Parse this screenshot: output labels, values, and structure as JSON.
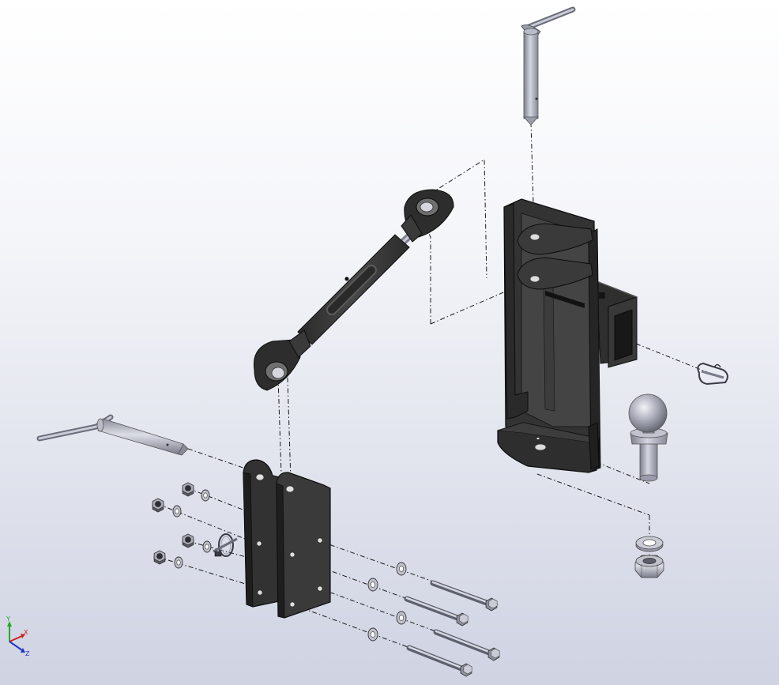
{
  "viewport": {
    "background_top": "#ffffff",
    "background_bottom": "#cfd3e2"
  },
  "colors": {
    "part_dark": "#3a3a3a",
    "part_darker": "#262626",
    "part_edge": "#0d0d0d",
    "steel_light": "#c9cbd6",
    "steel_mid": "#9a9cab",
    "steel_dark": "#6a6c7a",
    "centerline": "#1a1a1a",
    "axis_x": "#cc2222",
    "axis_y": "#22aa22",
    "axis_z": "#2233cc"
  },
  "triad": {
    "x_label": "X",
    "y_label": "Y",
    "z_label": "Z"
  },
  "parts": [
    {
      "id": "top-link-turnbuckle",
      "icon": "turnbuckle-icon"
    },
    {
      "id": "hitch-bracket",
      "icon": "bracket-icon"
    },
    {
      "id": "receiver-tube",
      "icon": "square-tube-icon"
    },
    {
      "id": "tow-ball",
      "icon": "ball-icon"
    },
    {
      "id": "lynch-pin-top",
      "icon": "pin-icon"
    },
    {
      "id": "lynch-pin-lower",
      "icon": "pin-icon"
    },
    {
      "id": "side-plates",
      "icon": "plate-icon"
    },
    {
      "id": "hex-bolts",
      "icon": "bolt-icon"
    },
    {
      "id": "hex-nuts",
      "icon": "nut-icon"
    },
    {
      "id": "washers",
      "icon": "washer-icon"
    },
    {
      "id": "hitch-clip",
      "icon": "clip-icon"
    },
    {
      "id": "r-clip",
      "icon": "clip-icon"
    },
    {
      "id": "ball-nut",
      "icon": "nut-icon"
    },
    {
      "id": "ball-lock-washer",
      "icon": "washer-icon"
    }
  ]
}
